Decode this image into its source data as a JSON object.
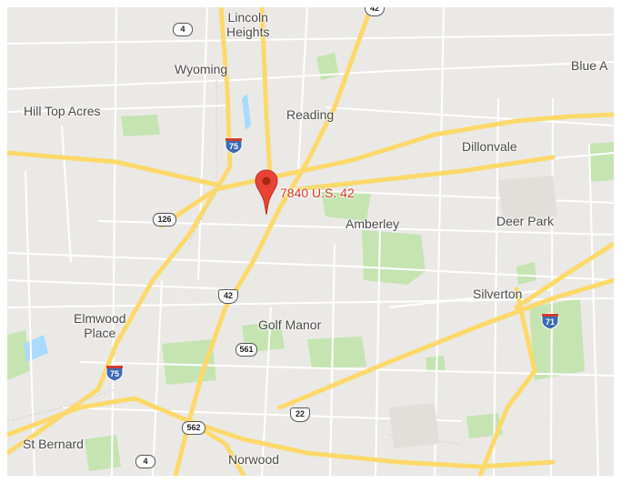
{
  "map": {
    "place_labels": [
      {
        "id": "lincoln-heights",
        "lines": [
          "Lincoln",
          "Heights"
        ]
      },
      {
        "id": "wyoming",
        "lines": [
          "Wyoming"
        ]
      },
      {
        "id": "blue-ash",
        "lines": [
          "Blue A"
        ]
      },
      {
        "id": "hill-top-acres",
        "lines": [
          "Hill Top Acres"
        ]
      },
      {
        "id": "reading",
        "lines": [
          "Reading"
        ]
      },
      {
        "id": "dillonvale",
        "lines": [
          "Dillonvale"
        ]
      },
      {
        "id": "amberley",
        "lines": [
          "Amberley"
        ]
      },
      {
        "id": "deer-park",
        "lines": [
          "Deer Park"
        ]
      },
      {
        "id": "silverton",
        "lines": [
          "Silverton"
        ]
      },
      {
        "id": "elmwood-place",
        "lines": [
          "Elmwood",
          "Place"
        ]
      },
      {
        "id": "golf-manor",
        "lines": [
          "Golf Manor"
        ]
      },
      {
        "id": "st-bernard",
        "lines": [
          "St Bernard"
        ]
      },
      {
        "id": "norwood",
        "lines": [
          "Norwood"
        ]
      }
    ],
    "pin": {
      "label": "7840 U.S. 42",
      "color": "#ea4335"
    },
    "shields": [
      {
        "id": "route-4-north",
        "type": "state",
        "number": "4"
      },
      {
        "id": "route-42-top",
        "type": "us",
        "number": "42"
      },
      {
        "id": "interstate-75-north",
        "type": "interstate",
        "number": "75"
      },
      {
        "id": "route-126",
        "type": "state",
        "number": "126"
      },
      {
        "id": "route-42-mid",
        "type": "us",
        "number": "42"
      },
      {
        "id": "interstate-71",
        "type": "interstate",
        "number": "71"
      },
      {
        "id": "route-561",
        "type": "state",
        "number": "561"
      },
      {
        "id": "interstate-75-south",
        "type": "interstate",
        "number": "75"
      },
      {
        "id": "route-22",
        "type": "us",
        "number": "22"
      },
      {
        "id": "route-562",
        "type": "state",
        "number": "562"
      },
      {
        "id": "route-4-south",
        "type": "state",
        "number": "4"
      }
    ],
    "colors": {
      "land": "#ebe9e6",
      "park": "#c5e4b2",
      "major_road": "#fcd96a",
      "minor_road": "#ffffff",
      "water": "#aadaff",
      "interstate_shield": "#3b6bb5"
    }
  }
}
